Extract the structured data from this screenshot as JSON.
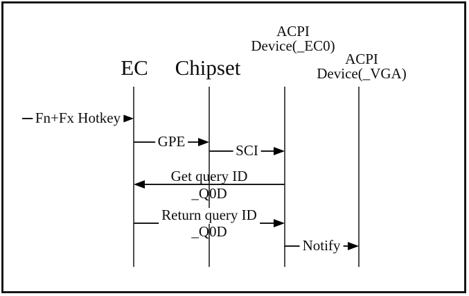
{
  "diagram": {
    "type": "sequence",
    "colors": {
      "ink": "#000000",
      "lifeline": "#4d4d4d",
      "background": "#ffffff",
      "border": "#161616"
    },
    "actors": [
      {
        "id": "ec",
        "label": "EC"
      },
      {
        "id": "chipset",
        "label": "Chipset"
      },
      {
        "id": "acpi-ec0",
        "line1": "ACPI",
        "line2": "Device(_EC0)"
      },
      {
        "id": "acpi-vga",
        "line1": "ACPI",
        "line2": "Device(_VGA)"
      }
    ],
    "messages": [
      {
        "label": "Fn+Fx Hotkey",
        "from": "external",
        "to": "EC",
        "direction": "right"
      },
      {
        "label": "GPE",
        "from": "EC",
        "to": "Chipset",
        "direction": "right"
      },
      {
        "label": "SCI",
        "from": "Chipset",
        "to": "ACPI Device(_EC0)",
        "direction": "right"
      },
      {
        "line1": "Get query ID",
        "line2": "_Q0D",
        "from": "ACPI Device(_EC0)",
        "to": "EC",
        "direction": "left"
      },
      {
        "line1": "Return query ID",
        "line2": "_Q0D",
        "from": "EC",
        "to": "ACPI Device(_EC0)",
        "direction": "right"
      },
      {
        "label": "Notify",
        "from": "ACPI Device(_EC0)",
        "to": "ACPI Device(_VGA)",
        "direction": "right"
      }
    ]
  }
}
